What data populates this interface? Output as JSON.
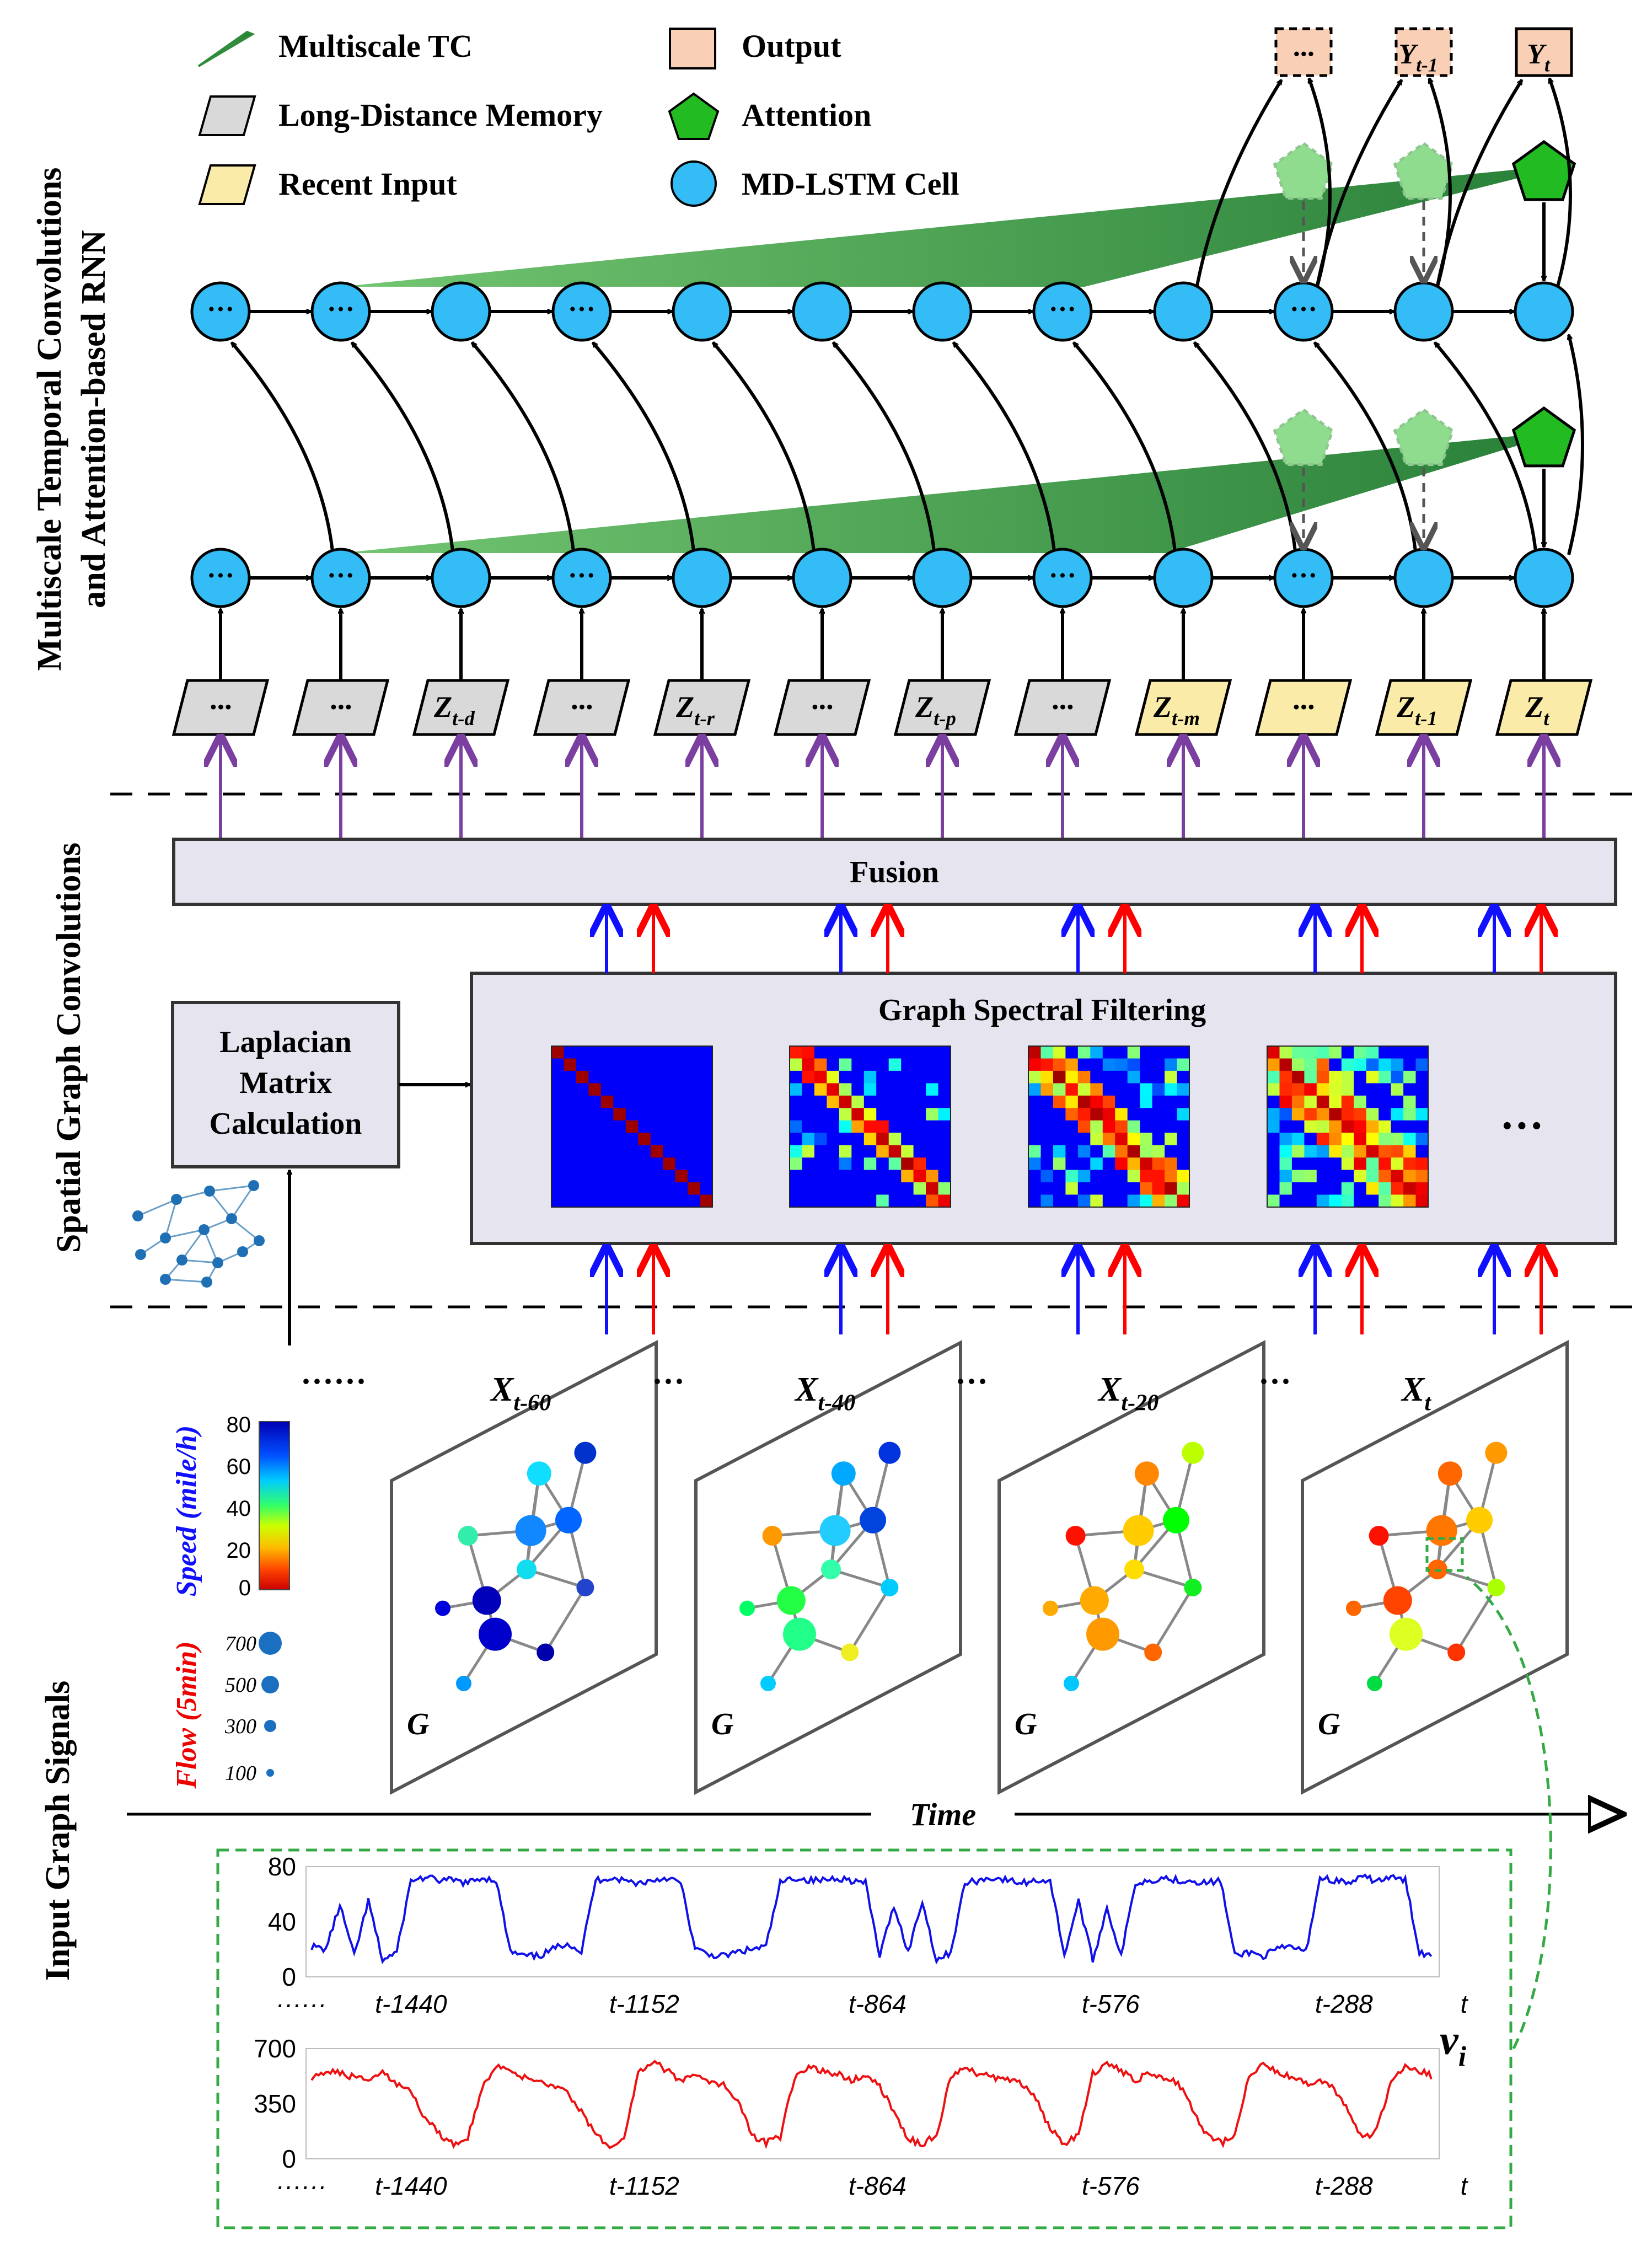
{
  "legend": {
    "multiscale_tc": "Multiscale TC",
    "long_distance_memory": "Long-Distance Memory",
    "recent_input": "Recent Input",
    "output": "Output",
    "attention": "Attention",
    "md_lstm_cell": "MD-LSTM Cell"
  },
  "section_labels": {
    "temporal_line1": "Multiscale Temporal Convolutions",
    "temporal_line2": "and Attention-based RNN",
    "spatial": "Spatial Graph Convolutions",
    "input": "Input Graph Signals"
  },
  "outputs": [
    {
      "base": "···",
      "sub": ""
    },
    {
      "base": "Y",
      "sub": "t-1"
    },
    {
      "base": "Y",
      "sub": "t"
    }
  ],
  "inputs": [
    {
      "base": "···",
      "sub": "",
      "kind": "memory"
    },
    {
      "base": "···",
      "sub": "",
      "kind": "memory"
    },
    {
      "base": "Z",
      "sub": "t-d",
      "kind": "memory"
    },
    {
      "base": "···",
      "sub": "",
      "kind": "memory"
    },
    {
      "base": "Z",
      "sub": "t-r",
      "kind": "memory"
    },
    {
      "base": "···",
      "sub": "",
      "kind": "memory"
    },
    {
      "base": "Z",
      "sub": "t-p",
      "kind": "memory"
    },
    {
      "base": "···",
      "sub": "",
      "kind": "memory"
    },
    {
      "base": "Z",
      "sub": "t-m",
      "kind": "recent"
    },
    {
      "base": "···",
      "sub": "",
      "kind": "recent"
    },
    {
      "base": "Z",
      "sub": "t-1",
      "kind": "recent"
    },
    {
      "base": "Z",
      "sub": "t",
      "kind": "recent"
    }
  ],
  "cell_dots": [
    true,
    true,
    false,
    true,
    false,
    false,
    false,
    true,
    false,
    true,
    false,
    false
  ],
  "fusion_label": "Fusion",
  "gsf_label": "Graph Spectral Filtering",
  "gsf_dots": "···",
  "laplacian": [
    "Laplacian",
    "Matrix",
    "Calculation"
  ],
  "graph_frames": [
    {
      "base": "X",
      "sub": "t-60",
      "prefix": "······",
      "graph_label": "G"
    },
    {
      "base": "X",
      "sub": "t-40",
      "prefix": "···",
      "graph_label": "G"
    },
    {
      "base": "X",
      "sub": "t-20",
      "prefix": "···",
      "graph_label": "G"
    },
    {
      "base": "X",
      "sub": "t",
      "prefix": "···",
      "graph_label": "G"
    }
  ],
  "speed_legend": {
    "label": "Speed (mile/h)",
    "ticks": [
      "80",
      "60",
      "40",
      "20",
      "0"
    ]
  },
  "flow_legend": {
    "label": "Flow (5min)",
    "ticks": [
      "700",
      "500",
      "300",
      "100"
    ]
  },
  "time_label": "Time",
  "node_label": {
    "base": "v",
    "sub": "i"
  },
  "chart_data": [
    {
      "type": "line",
      "series": [
        {
          "values": [
            22,
            20,
            52,
            15,
            55,
            12,
            18,
            70,
            72,
            70,
            70,
            68,
            72,
            70,
            18,
            15,
            15,
            20,
            25,
            18,
            70,
            72,
            70,
            68,
            70,
            72,
            68,
            20,
            16,
            15,
            18,
            20,
            22,
            68,
            72,
            70,
            70,
            72,
            70,
            68,
            15,
            52,
            18,
            55,
            12,
            18,
            68,
            70,
            72,
            70,
            68,
            70,
            70,
            16,
            55,
            12,
            50,
            15,
            68,
            70,
            72,
            70,
            70,
            68,
            70,
            15,
            18,
            15,
            20,
            22,
            18,
            72,
            70,
            68,
            72,
            70,
            72,
            70,
            18,
            15
          ]
        }
      ],
      "color": "#1010e8",
      "yticks": [
        "80",
        "40",
        "0"
      ],
      "xticks": [
        "······",
        "t-1440",
        "t-1152",
        "t-864",
        "t-576",
        "t-288",
        "t"
      ],
      "ylim": [
        0,
        80
      ]
    },
    {
      "type": "line",
      "series": [
        {
          "values": [
            520,
            560,
            540,
            520,
            500,
            540,
            480,
            420,
            260,
            160,
            90,
            140,
            450,
            600,
            540,
            520,
            500,
            470,
            420,
            300,
            150,
            90,
            130,
            550,
            620,
            560,
            500,
            520,
            480,
            470,
            380,
            150,
            100,
            140,
            520,
            580,
            560,
            540,
            500,
            520,
            460,
            300,
            130,
            90,
            150,
            520,
            580,
            540,
            520,
            500,
            480,
            380,
            190,
            100,
            150,
            540,
            600,
            560,
            500,
            540,
            520,
            480,
            320,
            150,
            100,
            140,
            520,
            600,
            550,
            520,
            480,
            500,
            450,
            300,
            120,
            180,
            500,
            580,
            560,
            520
          ]
        }
      ],
      "color": "#ee1010",
      "yticks": [
        "700",
        "350",
        "0"
      ],
      "xticks": [
        "······",
        "t-1440",
        "t-1152",
        "t-864",
        "t-576",
        "t-288",
        "t"
      ],
      "ylim": [
        0,
        700
      ]
    }
  ],
  "matrices_seed": [
    1,
    2,
    3,
    4
  ],
  "colors": {
    "cell": "#33bcf5",
    "memory": "#d9d9d9",
    "recent": "#fbeba8",
    "output": "#f9cfb6",
    "attention": "#22bb22",
    "attention_faded": "#8fdc8f",
    "tc_green": "#2e8b3a",
    "purple": "#7a3fa0",
    "blue": "#1010ff",
    "red": "#ff0000",
    "panel": "#e6e4ef",
    "dashed_green": "#33aa44"
  }
}
